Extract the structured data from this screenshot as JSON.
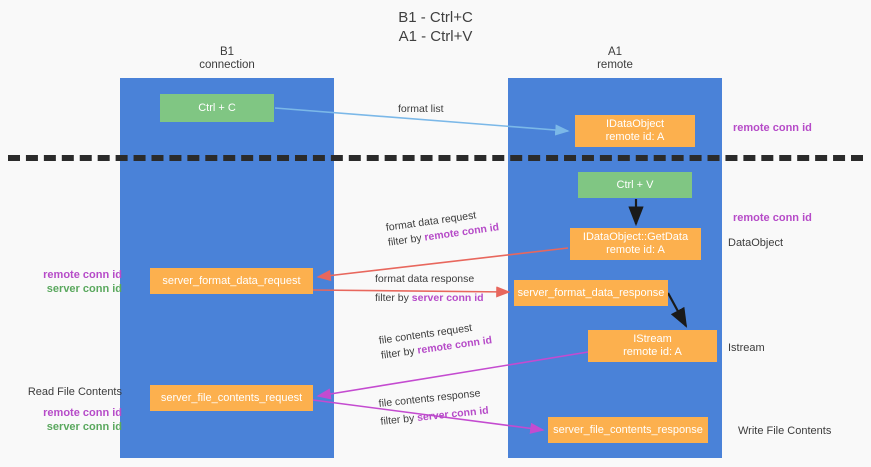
{
  "title": "B1 - Ctrl+C\nA1 - Ctrl+V",
  "title_line1": "B1 - Ctrl+C",
  "title_line2": "A1 - Ctrl+V",
  "colors": {
    "lane": "#4a82d8",
    "green_box": "#80c683",
    "orange_box": "#fcb04e",
    "purple_text": "#b64bc8",
    "green_text": "#5aa85e",
    "divider": "#2b2b2b",
    "arrow_blue": "#7bb8e8",
    "arrow_red": "#e8675d",
    "arrow_magenta": "#c44bd0",
    "arrow_black": "#1a1a1a",
    "background": "#f9f9f9"
  },
  "lanes": [
    {
      "name": "b1",
      "title": "B1",
      "subtitle": "connection"
    },
    {
      "name": "a1",
      "title": "A1",
      "subtitle": "remote"
    }
  ],
  "boxes": {
    "ctrl_c": "Ctrl + C",
    "ctrl_v": "Ctrl + V",
    "idataobject_line1": "IDataObject",
    "idataobject_line2": "remote id: A",
    "getdata_line1": "IDataObject::GetData",
    "getdata_line2": "remote id: A",
    "istream_line1": "IStream",
    "istream_line2": "remote id: A",
    "server_format_data_request": "server_format_data_request",
    "server_format_data_response": "server_format_data_response",
    "server_file_contents_request": "server_file_contents_request",
    "server_file_contents_response": "server_file_contents_response"
  },
  "captions": {
    "format_list": "format list",
    "format_data_request": "format data request",
    "format_data_request_filter_prefix": "filter by ",
    "format_data_request_filter_key": "remote conn id",
    "format_data_response": "format data response",
    "format_data_response_filter_prefix": "filter by ",
    "format_data_response_filter_key": "server conn id",
    "file_contents_request": "file contents request",
    "file_contents_request_filter_prefix": "filter by ",
    "file_contents_request_filter_key": "remote conn id",
    "file_contents_response": "file contents response",
    "file_contents_response_filter_prefix": "filter by ",
    "file_contents_response_filter_key": "server conn id"
  },
  "side_labels": {
    "remote_conn_id_top": "remote conn id",
    "remote_conn_id_mid": "remote conn id",
    "dataobject": "DataObject",
    "istream": "Istream",
    "write_file_contents": "Write File Contents",
    "read_file_contents": "Read File Contents",
    "left_remote_conn_id_1": "remote conn id",
    "left_server_conn_id_1": "server conn id",
    "left_remote_conn_id_2": "remote conn id",
    "left_server_conn_id_2": "server conn id"
  }
}
